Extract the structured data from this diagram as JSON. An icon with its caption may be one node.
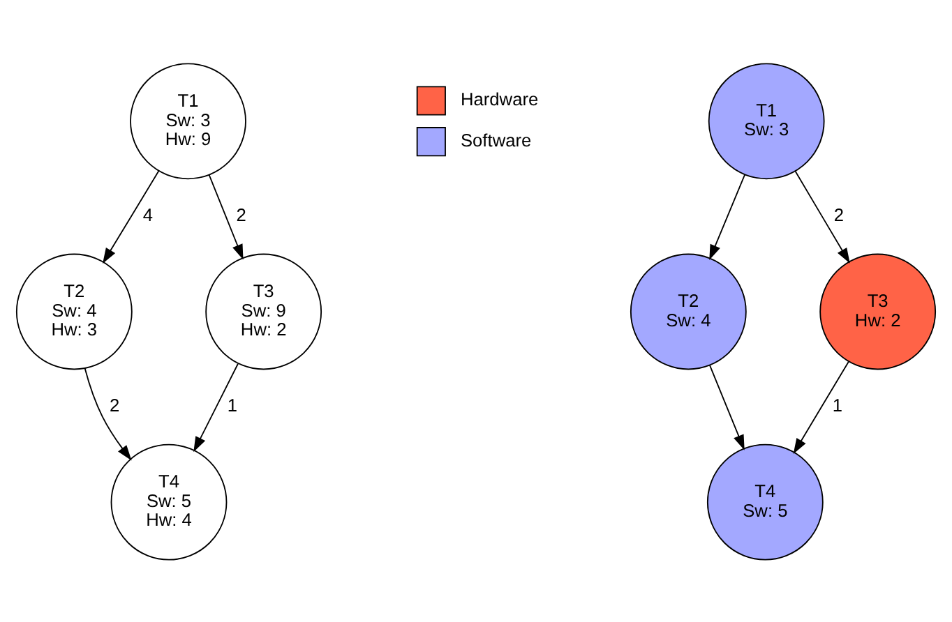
{
  "diagram": {
    "nodes": [
      {
        "text": [
          "T1",
          "Sw: 3",
          "Hw: 9"
        ]
      },
      {
        "text": [
          "T2",
          "Sw: 4",
          "Hw: 3"
        ]
      },
      {
        "text": [
          "T3",
          "Sw: 9",
          "Hw: 2"
        ]
      },
      {
        "text": [
          "T4",
          "Sw: 5",
          "Hw: 4"
        ]
      },
      {
        "text": [
          "T1",
          "Sw: 3"
        ]
      },
      {
        "text": [
          "T2",
          "Sw: 4"
        ]
      },
      {
        "text": [
          "T3",
          "Hw: 2"
        ]
      },
      {
        "text": [
          "T4",
          "Sw: 5"
        ]
      }
    ],
    "edges": [
      {
        "from": 0,
        "to": 1,
        "arrow": "to",
        "label": "4"
      },
      {
        "from": 0,
        "to": 2,
        "arrow": "to",
        "label": "2"
      },
      {
        "from": 1,
        "to": 3,
        "arrow": "to",
        "label": "2"
      },
      {
        "from": 2,
        "to": 3,
        "arrow": "to",
        "label": "1"
      },
      {
        "from": 4,
        "to": 5,
        "arrow": "to"
      },
      {
        "from": 4,
        "to": 6,
        "arrow": "to",
        "label": "2"
      },
      {
        "from": 5,
        "to": 7,
        "arrow": "to"
      },
      {
        "from": 6,
        "to": 7,
        "arrow": "to",
        "label": "1"
      }
    ],
    "legend": [
      {
        "text": "Hardware",
        "color": "#ff6347"
      },
      {
        "text": "Software",
        "color": "#a3a8ff"
      }
    ]
  }
}
